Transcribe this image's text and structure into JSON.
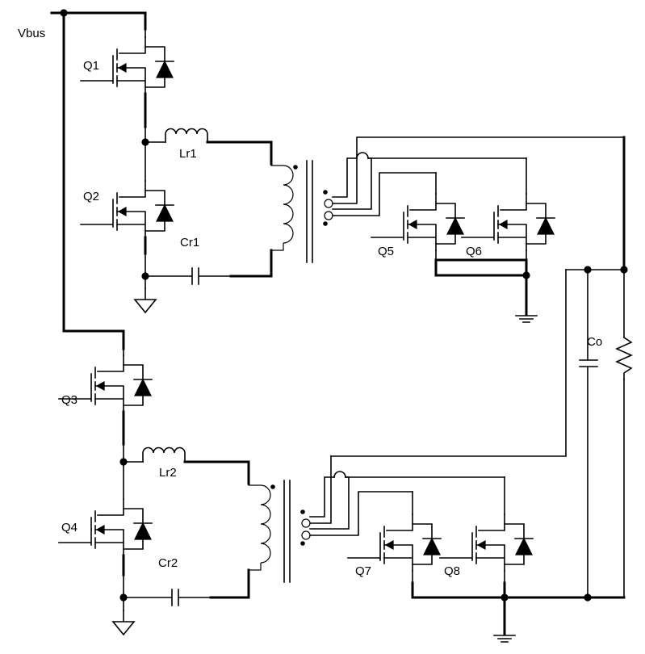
{
  "labels": {
    "vbus": "Vbus",
    "q1": "Q1",
    "q2": "Q2",
    "q3": "Q3",
    "q4": "Q4",
    "q5": "Q5",
    "q6": "Q6",
    "q7": "Q7",
    "q8": "Q8",
    "lr1": "Lr1",
    "lr2": "Lr2",
    "cr1": "Cr1",
    "cr2": "Cr2",
    "co": "Co"
  }
}
